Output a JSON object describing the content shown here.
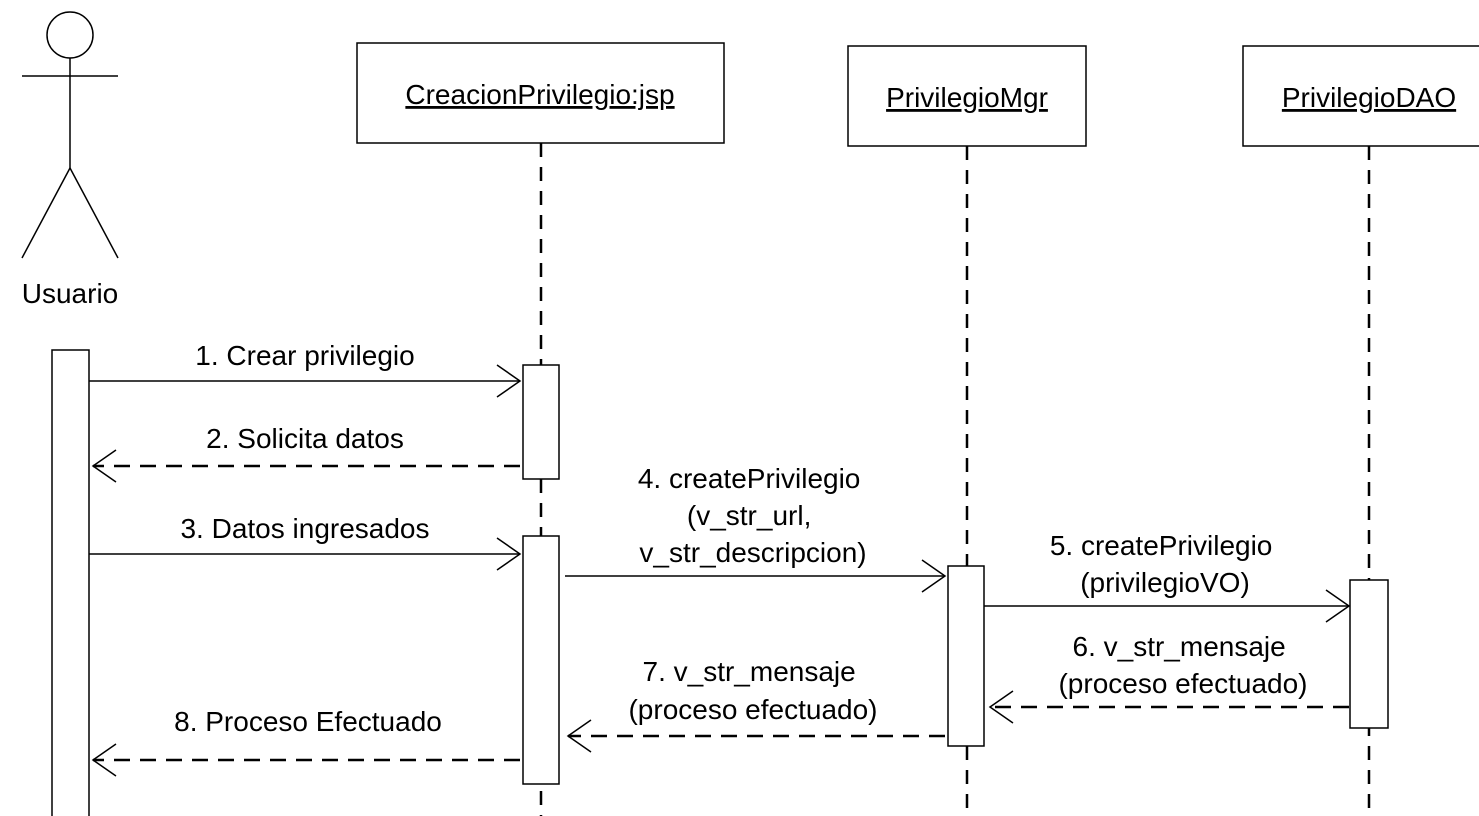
{
  "actor": {
    "label": "Usuario"
  },
  "participants": [
    {
      "id": "jsp",
      "label": "CreacionPrivilegio:jsp"
    },
    {
      "id": "mgr",
      "label": "PrivilegioMgr"
    },
    {
      "id": "dao",
      "label": "PrivilegioDAO"
    }
  ],
  "messages": [
    {
      "lines": [
        "1. Crear privilegio"
      ],
      "kind": "call"
    },
    {
      "lines": [
        "2. Solicita datos"
      ],
      "kind": "return"
    },
    {
      "lines": [
        "3. Datos ingresados"
      ],
      "kind": "call"
    },
    {
      "lines": [
        "4. createPrivilegio",
        "(v_str_url,",
        "v_str_descripcion)"
      ],
      "kind": "call"
    },
    {
      "lines": [
        "5. createPrivilegio",
        "(privilegioVO)"
      ],
      "kind": "call"
    },
    {
      "lines": [
        "6. v_str_mensaje",
        "(proceso efectuado)"
      ],
      "kind": "return"
    },
    {
      "lines": [
        "7. v_str_mensaje",
        "(proceso efectuado)"
      ],
      "kind": "return"
    },
    {
      "lines": [
        "8. Proceso Efectuado"
      ],
      "kind": "return"
    }
  ]
}
